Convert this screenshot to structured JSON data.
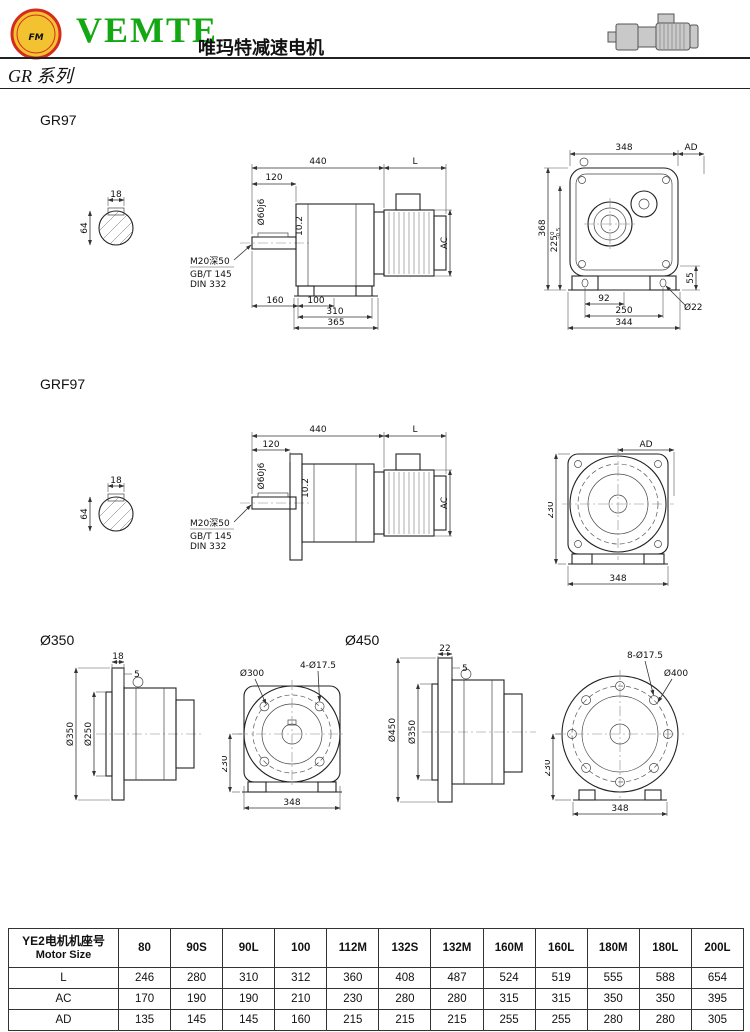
{
  "colors": {
    "brand-green": "#13a813",
    "logo-red": "#d42b1e",
    "logo-yellow": "#f2c230",
    "line": "#222222"
  },
  "header": {
    "logo_text": "FM",
    "brand": "VEMTE",
    "brand_cn": "唯玛特减速电机",
    "series": "GR 系列"
  },
  "sections": {
    "gr97": {
      "title": "GR97",
      "shaft": {
        "key_w": "18",
        "dia": "64"
      },
      "side": {
        "d440": "440",
        "L": "L",
        "d120": "120",
        "shaft_dia": "Ø60j6",
        "note1": "M20深50",
        "note2": "GB/T 145",
        "note3": "DIN 332",
        "key_h": "10.2",
        "AC": "AC",
        "d160": "160",
        "d100": "100",
        "d310": "310",
        "d365": "365"
      },
      "rear": {
        "d348": "348",
        "AD": "AD",
        "d368": "368",
        "d225": "225",
        "tol_up": "0",
        "tol_low": "-0.5",
        "d92": "92",
        "d250": "250",
        "d344": "344",
        "hole": "Ø22",
        "d55": "55"
      }
    },
    "grf97": {
      "title": "GRF97",
      "shaft": {
        "key_w": "18",
        "dia": "64"
      },
      "side": {
        "d440": "440",
        "L": "L",
        "d120": "120",
        "shaft_dia": "Ø60j6",
        "note1": "M20深50",
        "note2": "GB/T 145",
        "note3": "DIN 332",
        "key_h": "10.2",
        "AC": "AC"
      },
      "rear": {
        "AD": "AD",
        "d230": "230",
        "d348": "348"
      }
    },
    "f350": {
      "title": "Ø350",
      "side": {
        "d18": "18",
        "d5": "5",
        "flange_dia": "Ø350",
        "spigot_dia": "Ø250"
      },
      "front": {
        "holes": "4-Ø17.5",
        "bolt_circle": "Ø300",
        "d230": "230",
        "d348": "348"
      }
    },
    "f450": {
      "title": "Ø450",
      "side": {
        "d22": "22",
        "d5": "5",
        "flange_dia": "Ø450",
        "spigot_dia": "Ø350"
      },
      "front": {
        "holes": "8-Ø17.5",
        "bolt_circle": "Ø400",
        "d230": "230",
        "d348": "348"
      }
    }
  },
  "table": {
    "header_cn": "YE2电机机座号",
    "header_en": "Motor Size",
    "sizes": [
      "80",
      "90S",
      "90L",
      "100",
      "112M",
      "132S",
      "132M",
      "160M",
      "160L",
      "180M",
      "180L",
      "200L"
    ],
    "rows": [
      {
        "label": "L",
        "values": [
          "246",
          "280",
          "310",
          "312",
          "360",
          "408",
          "487",
          "524",
          "519",
          "555",
          "588",
          "654"
        ]
      },
      {
        "label": "AC",
        "values": [
          "170",
          "190",
          "190",
          "210",
          "230",
          "280",
          "280",
          "315",
          "315",
          "350",
          "350",
          "395"
        ]
      },
      {
        "label": "AD",
        "values": [
          "135",
          "145",
          "145",
          "160",
          "215",
          "215",
          "215",
          "255",
          "255",
          "280",
          "280",
          "305"
        ]
      }
    ]
  }
}
